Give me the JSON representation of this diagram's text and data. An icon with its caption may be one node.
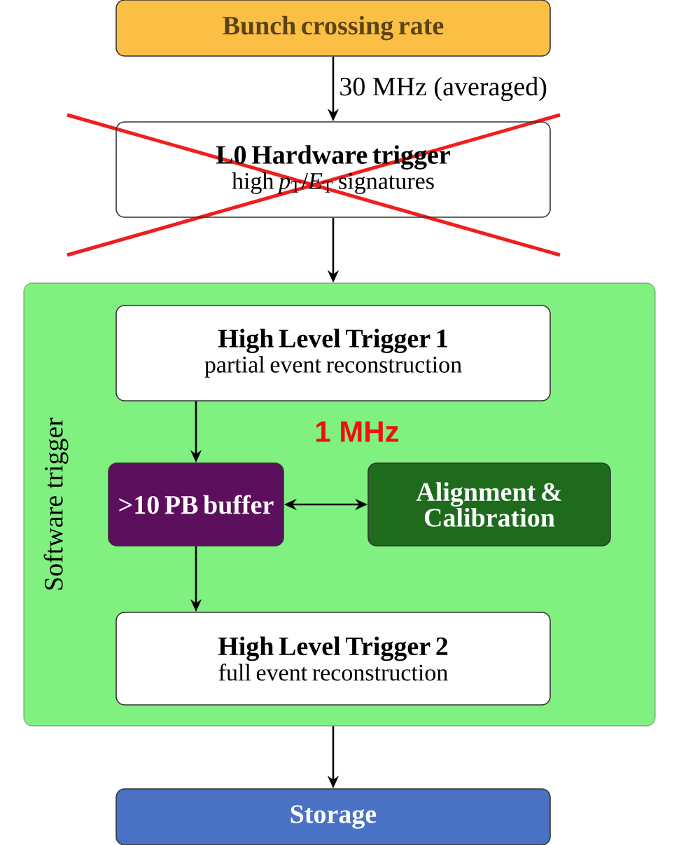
{
  "diagram": {
    "nodes": [
      {
        "text": [
          "Bunch crossing rate"
        ]
      },
      {
        "text": [
          "L0 Hardware trigger",
          "high *p*$_{T}$/*E*$_{T}$ signatures"
        ]
      },
      {
        "text": [
          "Software trigger"
        ]
      },
      {
        "text": [
          "High Level Trigger 1",
          "partial event reconstruction"
        ],
        "in": 2
      },
      {
        "text": [
          ">10 PB buffer"
        ],
        "in": 2
      },
      {
        "text": [
          "Alignment & Calibration"
        ],
        "in": 2
      },
      {
        "text": [
          "High Level Trigger 2",
          "full event reconstruction"
        ],
        "in": 2
      },
      {
        "text": [
          "Storage"
        ]
      }
    ],
    "edges": [
      {
        "from": 0,
        "to": 1,
        "arrow": "to",
        "label": "30 MHz (averaged)"
      },
      {
        "from": 1,
        "to": 2,
        "arrow": "to"
      },
      {
        "from": 3,
        "to": 4,
        "arrow": "to"
      },
      {
        "from": 4,
        "to": 5,
        "arrow": "both"
      },
      {
        "from": 4,
        "to": 6,
        "arrow": "to"
      },
      {
        "from": 2,
        "to": 7,
        "arrow": "to"
      }
    ],
    "labels": [
      "1 MHz"
    ]
  }
}
